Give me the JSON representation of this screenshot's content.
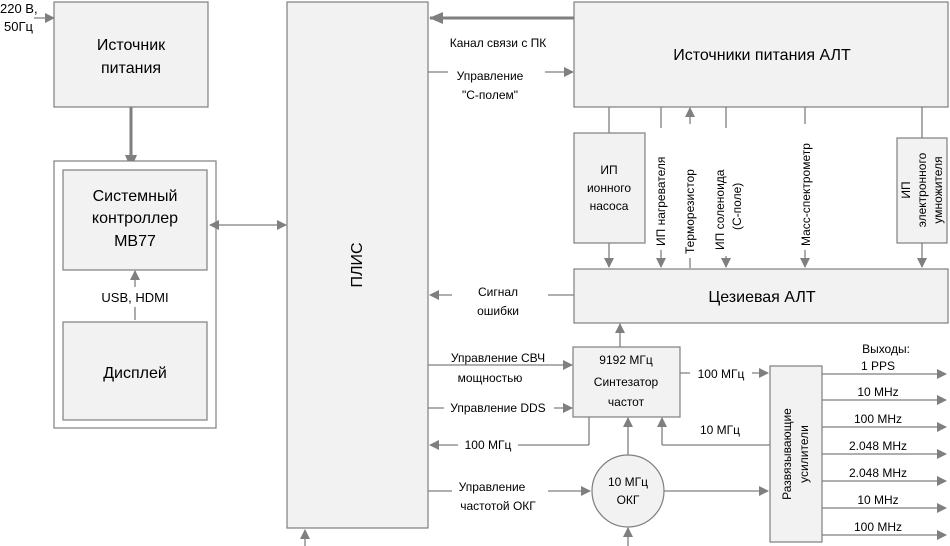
{
  "input_power": {
    "line1": "220 В,",
    "line2": "50Гц"
  },
  "power_source": {
    "line1": "Источник",
    "line2": "питания"
  },
  "system_controller": {
    "line1": "Системный",
    "line2": "контроллер",
    "line3": "MB77"
  },
  "usb_hdmi": "USB, HDMI",
  "display": "Дисплей",
  "fpga": "ПЛИС",
  "pc_channel": "Канал связи с ПК",
  "c_field_control": {
    "line1": "Управление",
    "line2": "\"С-полем\""
  },
  "alt_power": "Источники питания АЛТ",
  "ion_pump": {
    "line1": "ИП",
    "line2": "ионного",
    "line3": "насоса"
  },
  "heater_ps": "ИП нагревателя",
  "thermistor": "Терморезистор",
  "solenoid_ps": {
    "line1": "ИП соленоида",
    "line2": "(С-поле)"
  },
  "mass_spec": "Масс-спектрометр",
  "multiplier_ps": {
    "line1": "ИП",
    "line2": "электронного",
    "line3": "умножителя"
  },
  "error_signal": {
    "line1": "Сигнал",
    "line2": "ошибки"
  },
  "cesium_alt": "Цезиевая АЛТ",
  "uhf_control": {
    "line1": "Управление СВЧ",
    "line2": "мощностью"
  },
  "dds_control": "Управление DDS",
  "synth": {
    "line1": "9192 МГц",
    "line2": "Синтезатор",
    "line3": "частот"
  },
  "label_100mhz_a": "100 МГц",
  "label_10mhz": "10 МГц",
  "label_100mhz_b": "100 МГц",
  "okg_control": {
    "line1": "Управление",
    "line2": "частотой ОКГ"
  },
  "okg": {
    "line1": "10 МГц",
    "line2": "ОКГ"
  },
  "amplifiers": {
    "line1": "Развязывающие",
    "line2": "усилители"
  },
  "outputs_title": "Выходы:",
  "outputs": [
    "1 PPS",
    "10 MHz",
    "100 MHz",
    "2.048 MHz",
    "2.048 MHz",
    "10 MHz",
    "100 MHz"
  ]
}
